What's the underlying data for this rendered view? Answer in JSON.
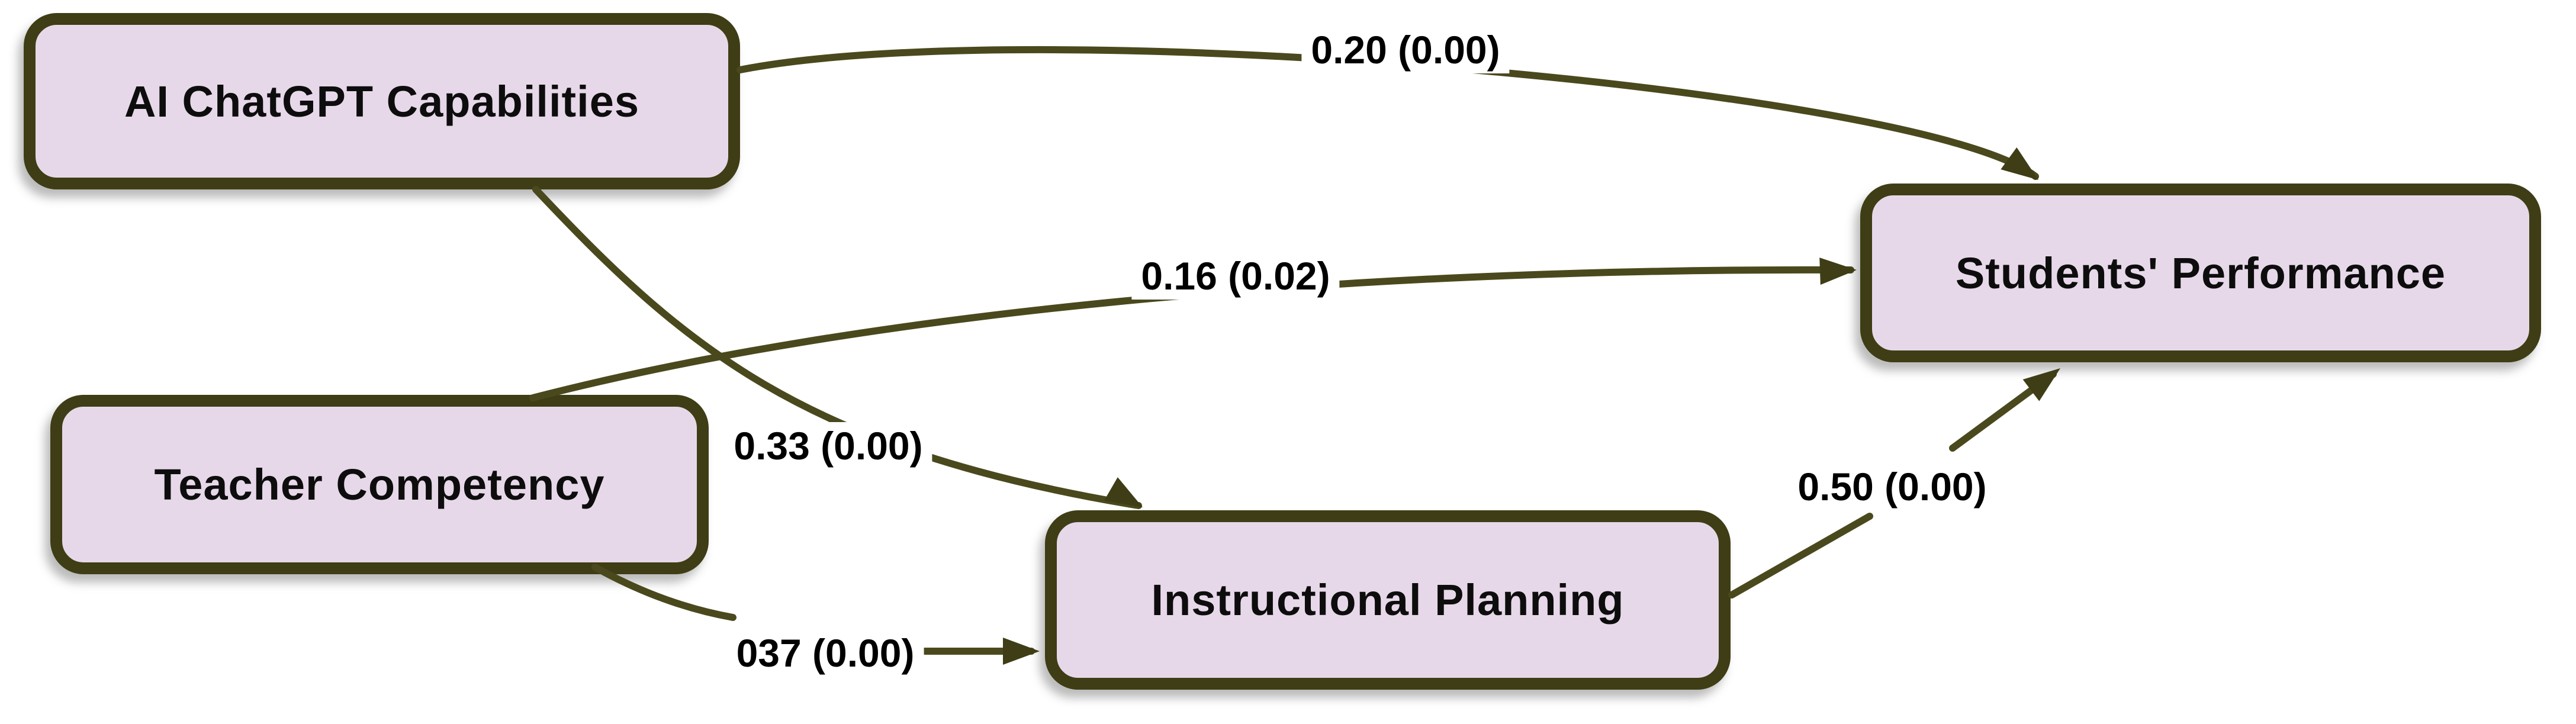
{
  "diagram": {
    "type": "path-model",
    "background_color": "#ffffff",
    "node_fill_color": "#e7d8e9",
    "node_border_color": "#3e3d15",
    "line_color": "#4a491d",
    "text_color": "#0d0d0d",
    "nodes": [
      {
        "id": "ai_chatgpt_capabilities",
        "label": "AI ChatGPT Capabilities"
      },
      {
        "id": "teacher_competency",
        "label": "Teacher Competency"
      },
      {
        "id": "instructional_planning",
        "label": "Instructional Planning"
      },
      {
        "id": "students_performance",
        "label": "Students' Performance"
      }
    ],
    "edges": [
      {
        "from": "ai_chatgpt_capabilities",
        "to": "students_performance",
        "label": "0.20 (0.00)"
      },
      {
        "from": "teacher_competency",
        "to": "students_performance",
        "label": "0.16 (0.02)"
      },
      {
        "from": "ai_chatgpt_capabilities",
        "to": "instructional_planning",
        "label": "0.33 (0.00)"
      },
      {
        "from": "teacher_competency",
        "to": "instructional_planning",
        "label": "037 (0.00)"
      },
      {
        "from": "instructional_planning",
        "to": "students_performance",
        "label": "0.50 (0.00)"
      }
    ]
  }
}
